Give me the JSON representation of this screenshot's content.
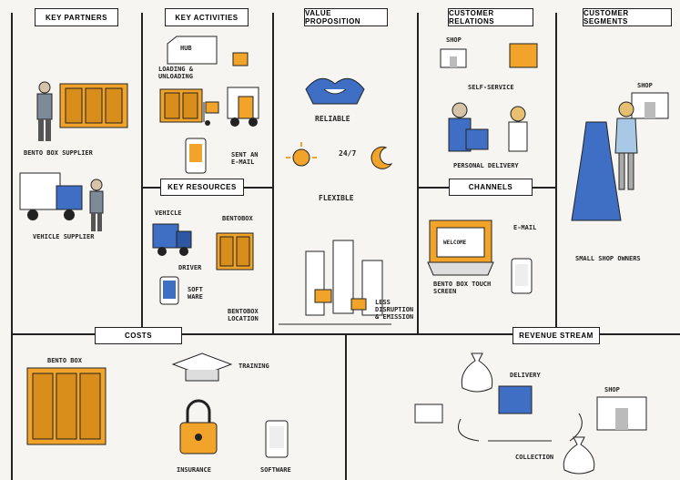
{
  "colors": {
    "orange": "#f2a42a",
    "blue": "#3f6fc4",
    "ink": "#222222",
    "paper": "#f7f5f2"
  },
  "sections": {
    "key_partners": "Key Partners",
    "key_activities": "Key Activities",
    "key_resources": "Key Resources",
    "value_proposition": "Value Proposition",
    "customer_relations": "Customer Relations",
    "channels": "Channels",
    "customer_segments": "Customer Segments",
    "costs": "Costs",
    "revenue_stream": "Revenue Stream"
  },
  "labels": {
    "bento_box_supplier": "Bento Box Supplier",
    "vehicle_supplier": "Vehicle Supplier",
    "hub": "HUB",
    "loading_unloading": "Loading & Unloading",
    "sent_an_email": "Sent an E-mail",
    "vehicle": "Vehicle",
    "driver": "Driver",
    "bentobox": "Bentobox",
    "software": "Soft ware",
    "bentobox_location": "Bentobox Location",
    "reliable": "Reliable",
    "twenty_four_seven": "24/7",
    "flexible": "Flexible",
    "less_disruption": "Less Disruption & Emission",
    "shop_cr": "Shop",
    "self_service": "Self-Service",
    "personal_delivery": "Personal Delivery",
    "welcome": "Welcome",
    "bento_box_touch_screen": "Bento Box Touch Screen",
    "email_channel": "E-mail",
    "shop_segments": "Shop",
    "small_shop_owners": "Small Shop Owners",
    "bento_box_costs": "Bento Box",
    "training": "Training",
    "insurance": "Insurance",
    "software_costs": "Software",
    "delivery": "Delivery",
    "shop_revenue": "Shop",
    "collection": "Collection"
  },
  "icons": [
    "person-icon",
    "locker-icon",
    "truck-icon",
    "hub-building-icon",
    "dolly-icon",
    "phone-icon",
    "handshake-icon",
    "sun-icon",
    "moon-icon",
    "city-icon",
    "laptop-icon",
    "dress-icon",
    "graduation-cap-icon",
    "padlock-icon",
    "money-bag-icon"
  ]
}
